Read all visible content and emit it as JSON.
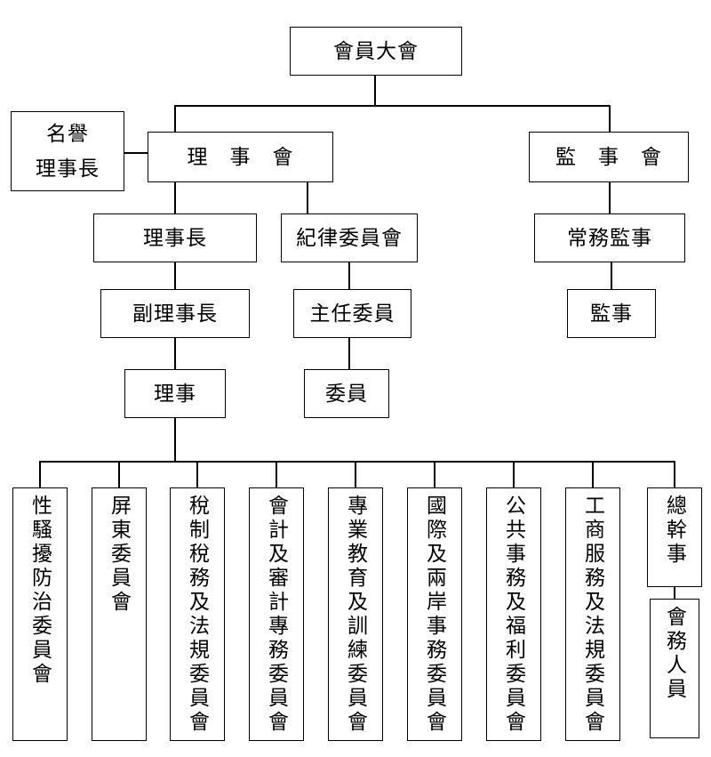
{
  "org_chart": {
    "general_assembly": {
      "label": "會員大會"
    },
    "honorary_chairman": {
      "label": "名譽\n理事長"
    },
    "board_of_directors": {
      "label": "理　事　會"
    },
    "board_of_supervisors": {
      "label": "監　事　會"
    },
    "chairman": {
      "label": "理事長"
    },
    "discipline_committee": {
      "label": "紀律委員會"
    },
    "executive_supervisor": {
      "label": "常務監事"
    },
    "vice_chairman": {
      "label": "副理事長"
    },
    "chief_commissioner": {
      "label": "主任委員"
    },
    "supervisor": {
      "label": "監事"
    },
    "director": {
      "label": "理事"
    },
    "commissioner": {
      "label": "委員"
    },
    "committees": [
      {
        "label": "性騷擾防治委員會"
      },
      {
        "label": "屏東委員會"
      },
      {
        "label": "稅制稅務及法規委員會"
      },
      {
        "label": "會計及審計專務委員會"
      },
      {
        "label": "專業教育及訓練委員會"
      },
      {
        "label": "國際及兩岸事務委員會"
      },
      {
        "label": "公共事務及福利委員會"
      },
      {
        "label": "工商服務及法規委員會"
      },
      {
        "label": "總幹事"
      }
    ],
    "staff": {
      "label": "會務人員"
    },
    "colors": {
      "line": "#000000",
      "background": "#ffffff"
    }
  }
}
